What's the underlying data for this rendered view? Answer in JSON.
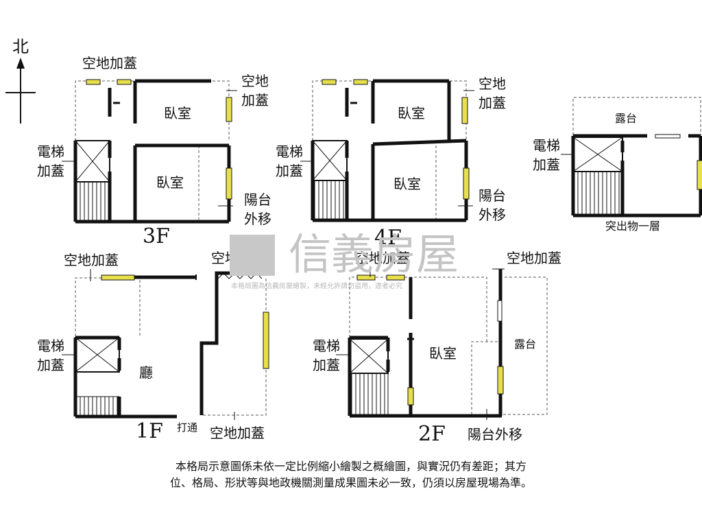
{
  "compass": {
    "north": "北"
  },
  "floors": {
    "f3": {
      "title": "3F",
      "bed_north": "臥室",
      "bed_south": "臥室",
      "note_top": "空地加蓋",
      "note_right_1": "空地",
      "note_right_2": "加蓋",
      "elev_1": "電梯",
      "elev_2": "加蓋",
      "balc_1": "陽台",
      "balc_2": "外移"
    },
    "f4": {
      "title": "4F",
      "bed_north": "臥室",
      "bed_south": "臥室",
      "note_right_1": "空地",
      "note_right_2": "加蓋",
      "elev_1": "電梯",
      "elev_2": "加蓋",
      "balc_1": "陽台",
      "balc_2": "外移"
    },
    "roof": {
      "terrace": "露台",
      "elev_1": "電梯",
      "elev_2": "加蓋",
      "caption": "突出物一層"
    },
    "f1": {
      "title": "1F",
      "hall": "廳",
      "note_top_left": "空地加蓋",
      "note_top_right": "空地加蓋",
      "elev_1": "電梯",
      "elev_2": "加蓋",
      "opening": "打通",
      "note_bottom": "空地加蓋"
    },
    "f2": {
      "title": "2F",
      "bed": "臥室",
      "terrace": "露台",
      "note_top_left": "空地加蓋",
      "note_top_right": "空地加蓋",
      "elev_1": "電梯",
      "elev_2": "加蓋",
      "balc": "陽台外移"
    }
  },
  "watermark": {
    "brand": "信義房屋",
    "text": "本格局圖為信義房屋繪製，未經允許請勿盜用，違者必究"
  },
  "disclaimer": {
    "line1": "本格局示意圖係未依一定比例縮小繪製之概繪圖，與實況仍有差距；其方",
    "line2": "位、格局、形狀等與地政機關測量成果圖未必一致，仍須以房屋現場為準。"
  },
  "colors": {
    "wall": "#111111",
    "window": "#e8e04a",
    "dash": "#555555"
  }
}
